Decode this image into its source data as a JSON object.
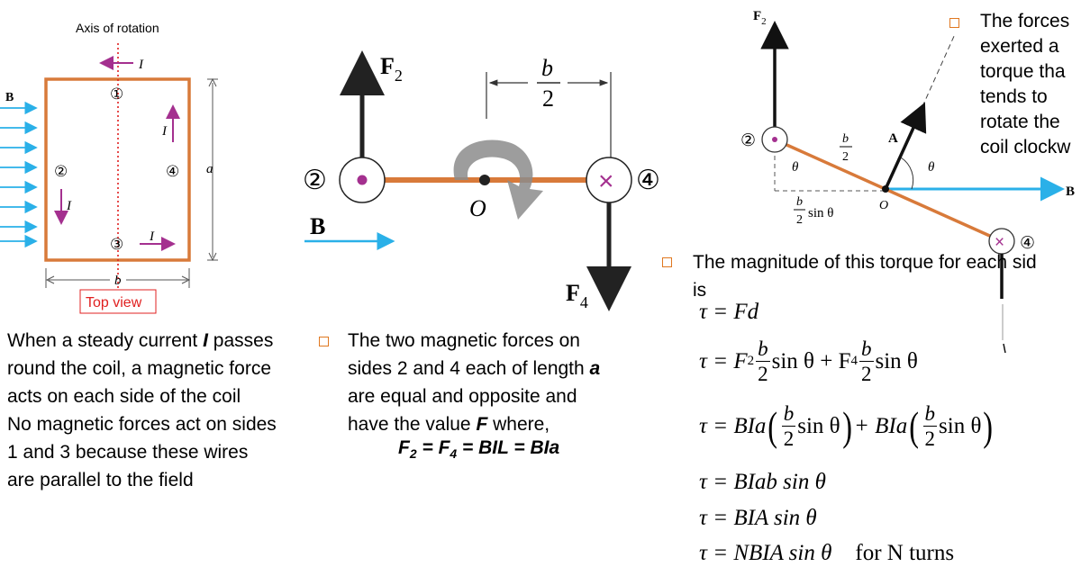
{
  "left_diagram": {
    "axis_label": "Axis of rotation",
    "current_label": "I",
    "field_label": "B",
    "side_labels": [
      "①",
      "②",
      "③",
      "④"
    ],
    "dim_a": "a",
    "dim_b": "b",
    "top_view": "Top view",
    "colors": {
      "coil": "#d87a3a",
      "field": "#2ab0e8",
      "current": "#a4308f",
      "axis": "#e02020",
      "caption_border": "#e02020"
    }
  },
  "left_text": {
    "para1_a": "When a steady current ",
    "para1_I": "I",
    "para1_b": " passes round the coil, a magnetic force acts on each side of the coil",
    "para2": "No magnetic forces act on sides 1 and 3 because these wires are parallel to the field"
  },
  "middle_diagram": {
    "f2": "F",
    "f2_sub": "2",
    "f4": "F",
    "f4_sub": "4",
    "b_num": "b",
    "b_den": "2",
    "origin": "O",
    "field": "B",
    "side2": "②",
    "side4": "④",
    "cross": "×"
  },
  "middle_text": {
    "line_a": "The two magnetic forces on sides 2 and 4 each of length ",
    "a_italic": "a",
    "line_b": " are equal and opposite and have the value ",
    "F_italic": "F",
    "line_c": " where,",
    "formula": {
      "F2": "F",
      "sub2": "2",
      "eq1": " = ",
      "F4": "F",
      "sub4": "4",
      "eq2": " = BIL = BIa"
    }
  },
  "right_diagram": {
    "f2": "F",
    "f2_sub": "2",
    "side2": "②",
    "side4": "④",
    "b_num": "b",
    "b_den": "2",
    "A": "A",
    "theta": "θ",
    "origin": "O",
    "B": "B",
    "sin_label_num": "b",
    "sin_label_den": "2",
    "sin_label": "sin θ",
    "cross": "×"
  },
  "right_top_text": {
    "lines": [
      "The forces",
      "exerted a",
      "torque tha",
      "tends to",
      "rotate the",
      "coil clockw"
    ]
  },
  "magnitude_text": {
    "line1": "The magnitude of this torque for each sid",
    "line2": "is"
  },
  "equations": {
    "eq1": "τ = Fd",
    "eq2": {
      "lhs": "τ = F",
      "sub2": "2",
      "b": "b",
      "two": "2",
      "sin": "sin θ + F",
      "sub4": "4",
      "sin2": "sin θ"
    },
    "eq3": {
      "lhs": "τ = BIa",
      "b": "b",
      "two": "2",
      "sin": "sin θ",
      "plus": "+ BIa"
    },
    "eq4": "τ = BIab sin θ",
    "eq5": "τ = BIA sin θ",
    "eq6": "τ = NBIA sin θ",
    "eq6_suffix": "for N turns"
  }
}
